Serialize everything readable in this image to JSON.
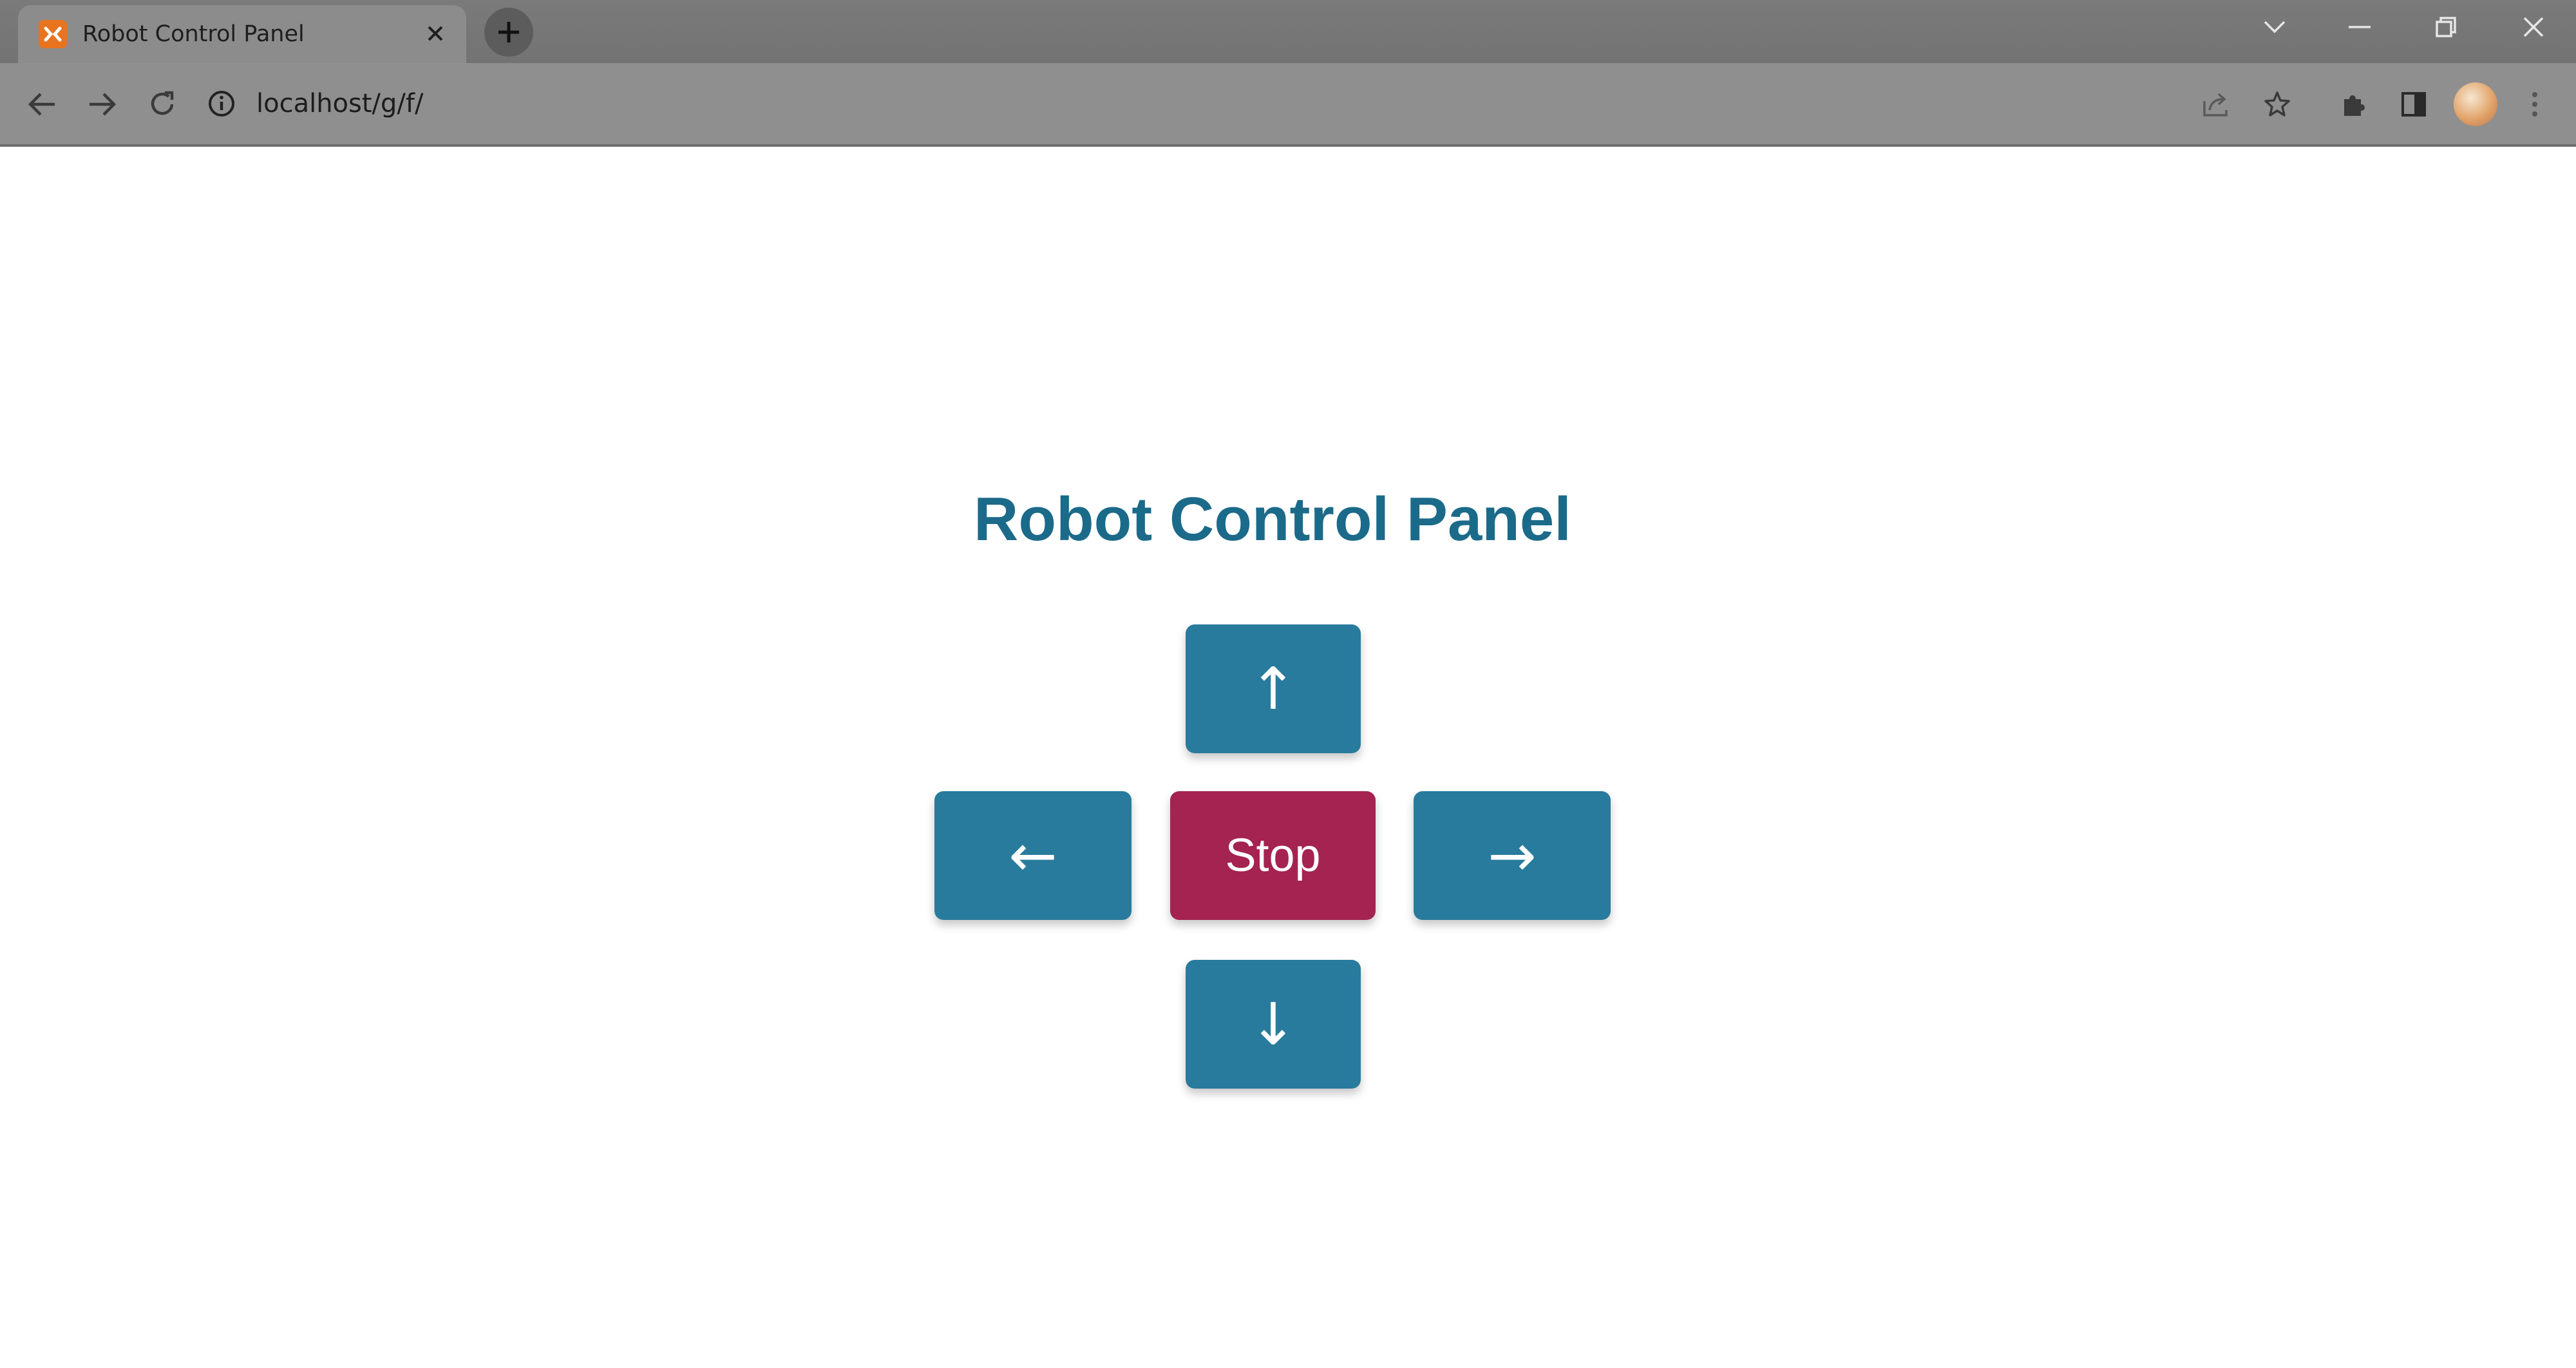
{
  "browser": {
    "tab_title": "Robot Control Panel",
    "url": "localhost/g/f/"
  },
  "page": {
    "title": "Robot Control Panel"
  },
  "controls": {
    "up_label": "↑",
    "left_label": "←",
    "stop_label": "Stop",
    "right_label": "→",
    "down_label": "↓"
  },
  "colors": {
    "title": "#1b6a8a",
    "direction_button": "#287b9c",
    "stop_button": "#a52350"
  },
  "icons": {
    "favicon": "xampp-icon",
    "tab_close": "close-icon",
    "new_tab": "plus-icon",
    "back": "arrow-left-icon",
    "forward": "arrow-right-icon",
    "reload": "reload-icon",
    "site_info": "info-icon",
    "share": "share-icon",
    "bookmark": "star-icon",
    "extensions": "puzzle-icon",
    "side_panel": "side-panel-icon",
    "menu": "kebab-menu-icon"
  }
}
